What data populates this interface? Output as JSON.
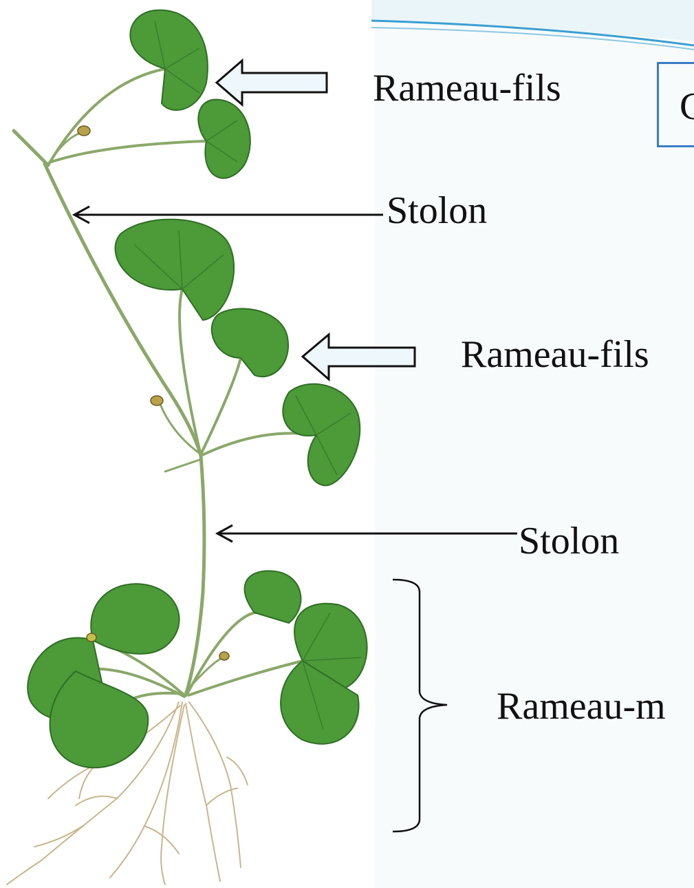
{
  "labels": {
    "daughter_branch_top": "Rameau-fils",
    "stolon_top": "Stolon",
    "daughter_branch_middle": "Rameau-fils",
    "stolon_bottom": "Stolon",
    "mother_branch": "Rameau-m"
  },
  "title_box": {
    "visible_text": "C"
  },
  "colors": {
    "accent_blue": "#3a7cc4",
    "arrow_fill": "#eef7fb",
    "leaf_green": "#4c9a38",
    "leaf_dark": "#2f6e25",
    "stem_green": "#8aa86a",
    "root_tan": "#c9b58d"
  }
}
